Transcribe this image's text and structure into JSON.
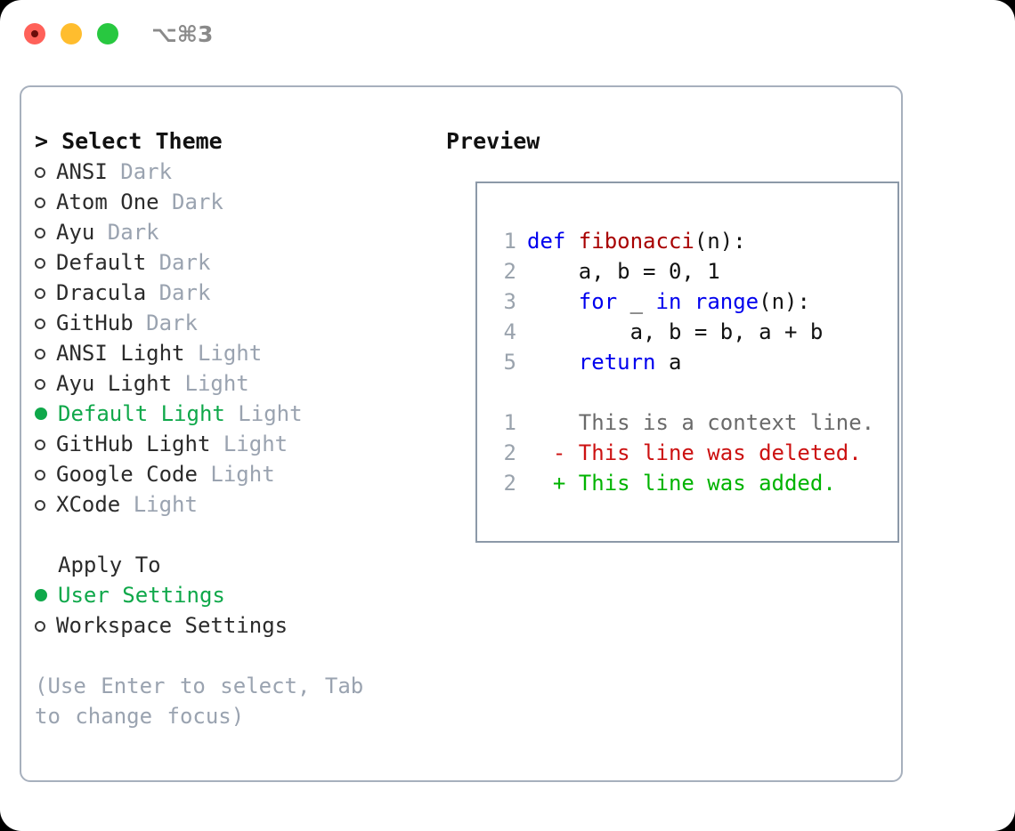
{
  "titlebar": {
    "shortcut": "⌥⌘3",
    "lights": [
      {
        "name": "close",
        "color": "#ff6159"
      },
      {
        "name": "minimize",
        "color": "#ffbd2e"
      },
      {
        "name": "zoom",
        "color": "#28c840"
      }
    ]
  },
  "colors": {
    "accent_green": "#0fa84a",
    "muted": "#9aa3b0",
    "border": "#a7b0bd",
    "keyword": "#0000ee",
    "function": "#a80000",
    "diff_delete": "#cc1111",
    "diff_add": "#00b300"
  },
  "theme_picker": {
    "heading": "> Select Theme",
    "prompt_prefix": ">",
    "items": [
      {
        "label": "ANSI",
        "tag": "Dark",
        "selected": false
      },
      {
        "label": "Atom One",
        "tag": "Dark",
        "selected": false
      },
      {
        "label": "Ayu",
        "tag": "Dark",
        "selected": false
      },
      {
        "label": "Default",
        "tag": "Dark",
        "selected": false
      },
      {
        "label": "Dracula",
        "tag": "Dark",
        "selected": false
      },
      {
        "label": "GitHub",
        "tag": "Dark",
        "selected": false
      },
      {
        "label": "ANSI Light",
        "tag": "Light",
        "selected": false
      },
      {
        "label": "Ayu Light",
        "tag": "Light",
        "selected": false
      },
      {
        "label": "Default Light",
        "tag": "Light",
        "selected": true
      },
      {
        "label": "GitHub Light",
        "tag": "Light",
        "selected": false
      },
      {
        "label": "Google Code",
        "tag": "Light",
        "selected": false
      },
      {
        "label": "XCode",
        "tag": "Light",
        "selected": false
      }
    ]
  },
  "apply_to": {
    "label": "Apply To",
    "options": [
      {
        "label": "User Settings",
        "selected": true
      },
      {
        "label": "Workspace Settings",
        "selected": false
      }
    ]
  },
  "hint": "(Use Enter to select, Tab to change focus)",
  "preview": {
    "heading": "Preview",
    "code_lines": [
      {
        "num": "1",
        "segments": [
          {
            "text": "def ",
            "style": "kw"
          },
          {
            "text": "fibonacci",
            "style": "fn"
          },
          {
            "text": "(n):",
            "style": "txt"
          }
        ]
      },
      {
        "num": "2",
        "segments": [
          {
            "text": "    a, b = 0, 1",
            "style": "txt"
          }
        ]
      },
      {
        "num": "3",
        "segments": [
          {
            "text": "    ",
            "style": "txt"
          },
          {
            "text": "for",
            "style": "kw"
          },
          {
            "text": " _ ",
            "style": "txt"
          },
          {
            "text": "in",
            "style": "kw"
          },
          {
            "text": " ",
            "style": "txt"
          },
          {
            "text": "range",
            "style": "kw"
          },
          {
            "text": "(n):",
            "style": "txt"
          }
        ]
      },
      {
        "num": "4",
        "segments": [
          {
            "text": "        a, b = b, a + b",
            "style": "txt"
          }
        ]
      },
      {
        "num": "5",
        "segments": [
          {
            "text": "    ",
            "style": "txt"
          },
          {
            "text": "return",
            "style": "kw"
          },
          {
            "text": " a",
            "style": "txt"
          }
        ]
      }
    ],
    "diff_lines": [
      {
        "num": "1",
        "marker": " ",
        "text": "This is a context line.",
        "style": "ctx"
      },
      {
        "num": "2",
        "marker": "-",
        "text": "This line was deleted.",
        "style": "del"
      },
      {
        "num": "2",
        "marker": "+",
        "text": "This line was added.",
        "style": "add"
      }
    ]
  }
}
